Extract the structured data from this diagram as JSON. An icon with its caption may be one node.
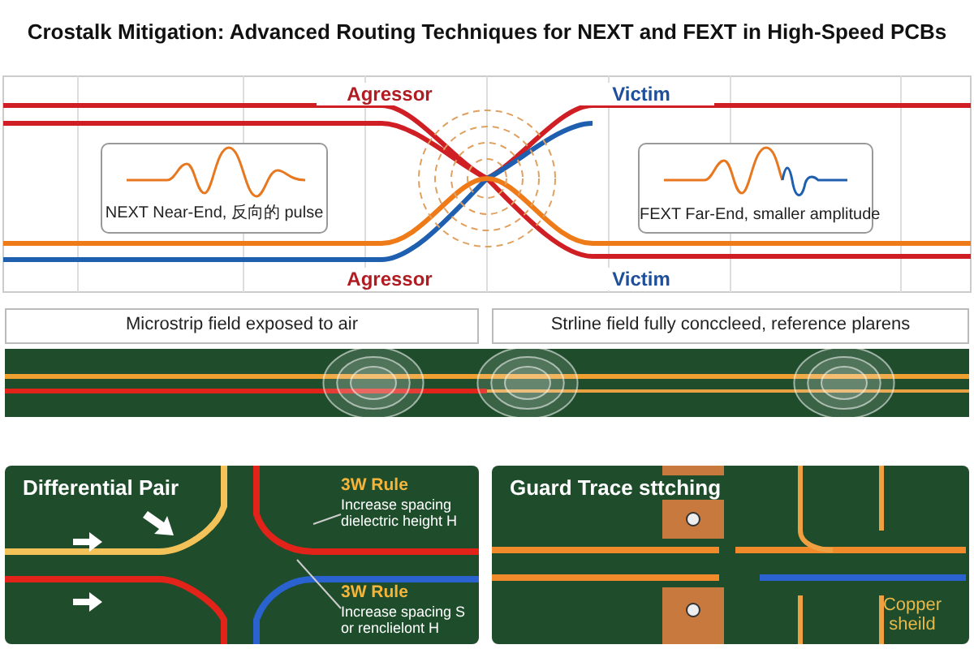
{
  "diagram": {
    "title": "Crostalk Mitigation: Advanced Routing Techniques for NEXT and FEXT in High-Speed PCBs",
    "nodes": [
      {
        "text": [
          "NEXT Near-End, 反向的 pulse"
        ]
      },
      {
        "text": [
          "FEXT Far-End, smaller amplitude"
        ]
      },
      {
        "text": [
          "Microstrip field exposed to air"
        ]
      },
      {
        "text": [
          "Strline field fully conccleed, reference plarens"
        ]
      },
      {
        "text": [
          "Differential Pair"
        ]
      },
      {
        "text": [
          "3W Rule",
          "Increase spacing dielectric height H"
        ],
        "in": 4
      },
      {
        "text": [
          "3W Rule",
          "Increase spacing S or renclielont H"
        ],
        "in": 4
      },
      {
        "text": [
          "Guard Trace sttching"
        ]
      }
    ],
    "edges": [
      {
        "from": 5,
        "to": null,
        "arrow": "none"
      },
      {
        "from": 6,
        "to": null,
        "arrow": "none"
      }
    ],
    "labels": [
      "Agressor",
      "Victim",
      "Agressor",
      "Victim",
      "Copper sheild"
    ]
  }
}
